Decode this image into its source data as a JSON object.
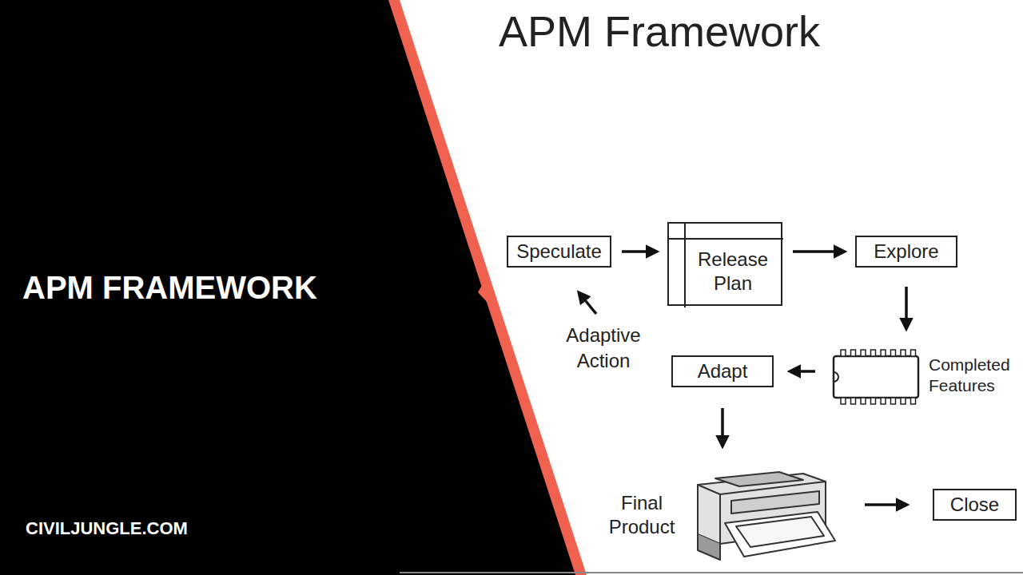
{
  "diagram": {
    "title": "APM Framework",
    "nodes": [
      {
        "text": [
          "Speculate"
        ]
      },
      {
        "text": [
          "Release Plan"
        ]
      },
      {
        "text": [
          "Explore"
        ]
      },
      {
        "text": [
          "Completed Features"
        ]
      },
      {
        "text": [
          "Adapt"
        ]
      },
      {
        "text": [
          "Final Product"
        ]
      },
      {
        "text": [
          "Close"
        ]
      }
    ],
    "edges": [
      {
        "from": 0,
        "to": 1,
        "arrow": "to"
      },
      {
        "from": 1,
        "to": 2,
        "arrow": "to"
      },
      {
        "from": 2,
        "to": 3,
        "arrow": "to"
      },
      {
        "from": 3,
        "to": 4,
        "arrow": "to"
      },
      {
        "from": 4,
        "to": 5,
        "arrow": "to"
      },
      {
        "from": 5,
        "to": 6,
        "arrow": "to"
      }
    ],
    "labels": [
      "APM FRAMEWORK",
      "Adaptive Action",
      "CIVILJUNGLE.COM"
    ]
  }
}
